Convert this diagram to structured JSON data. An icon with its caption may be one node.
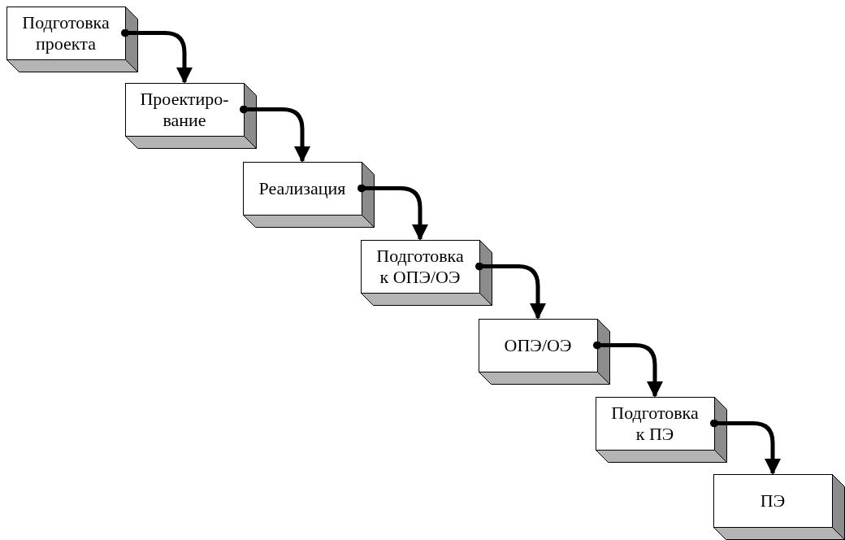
{
  "diagram": {
    "nodes": [
      {
        "text": [
          "Подготовка проекта"
        ]
      },
      {
        "text": [
          "Проектиро- вание"
        ]
      },
      {
        "text": [
          "Реализация"
        ]
      },
      {
        "text": [
          "Подготовка к ОПЭ/ОЭ"
        ]
      },
      {
        "text": [
          "ОПЭ/ОЭ"
        ]
      },
      {
        "text": [
          "Подготовка к ПЭ"
        ]
      },
      {
        "text": [
          "ПЭ"
        ]
      }
    ],
    "edges": [
      {
        "from": 0,
        "to": 1,
        "arrow": "to"
      },
      {
        "from": 1,
        "to": 2,
        "arrow": "to"
      },
      {
        "from": 2,
        "to": 3,
        "arrow": "to"
      },
      {
        "from": 3,
        "to": 4,
        "arrow": "to"
      },
      {
        "from": 4,
        "to": 5,
        "arrow": "to"
      },
      {
        "from": 5,
        "to": 6,
        "arrow": "to"
      }
    ]
  }
}
